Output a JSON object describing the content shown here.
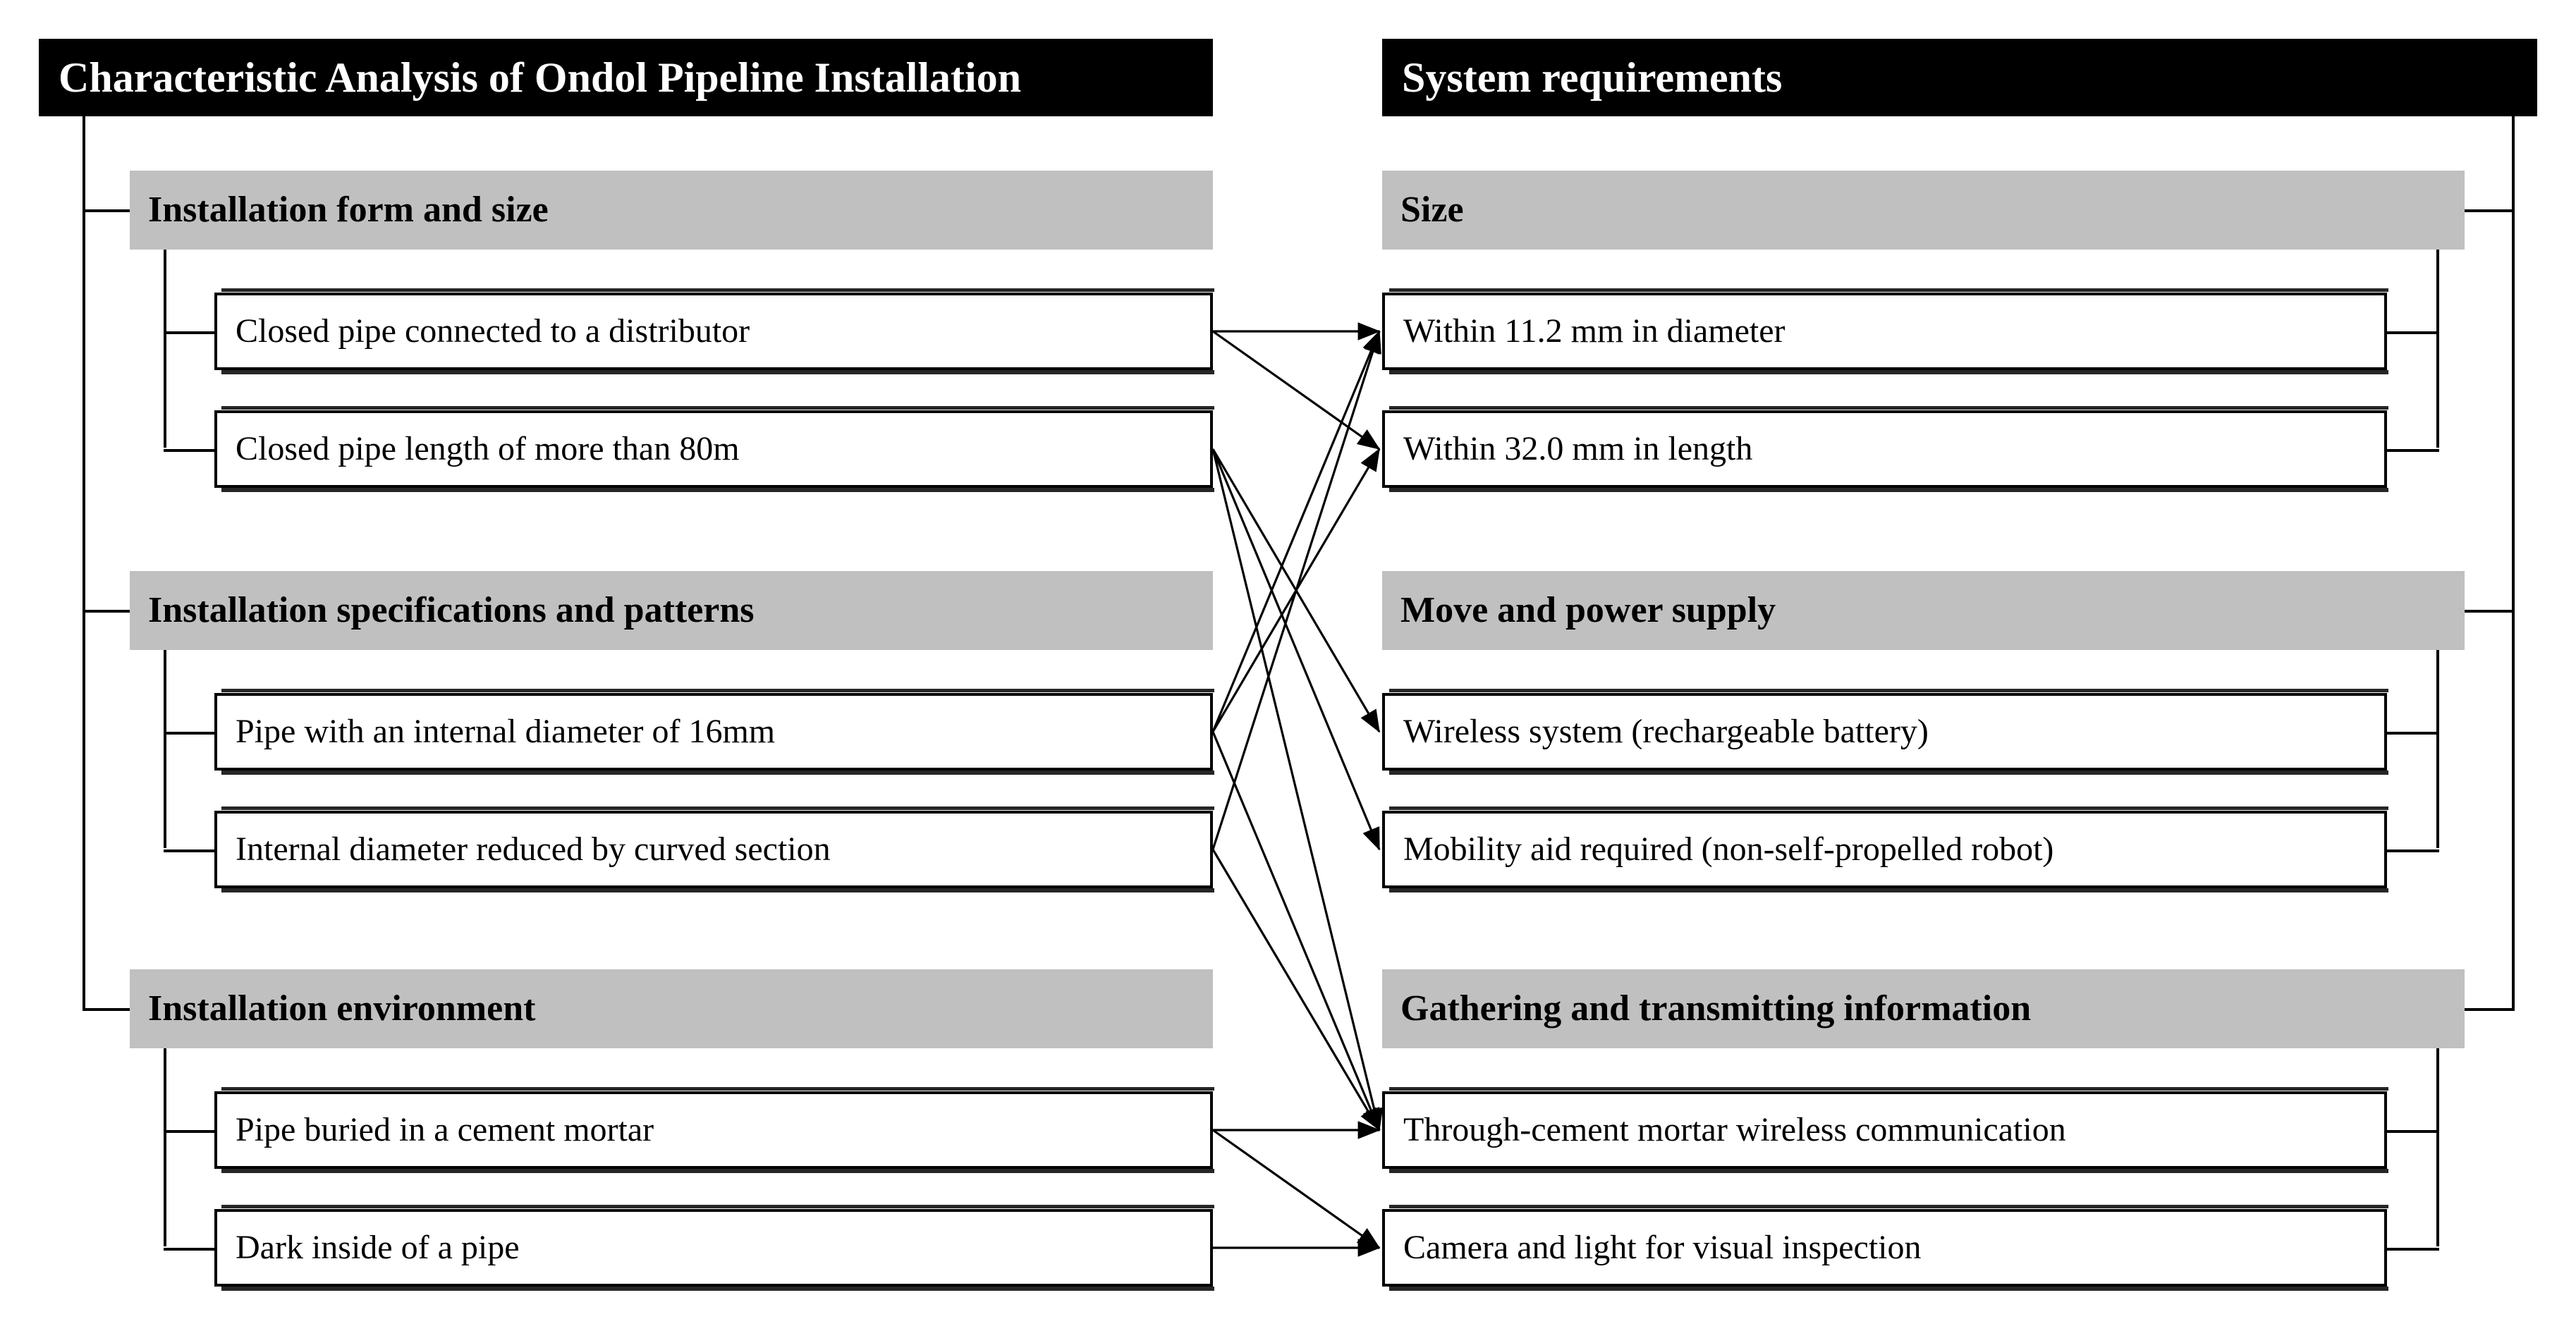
{
  "left": {
    "banner": {
      "title": "Characteristic Analysis of Ondol Pipeline Installation"
    },
    "groups": [
      {
        "id": "installation-form-and-size",
        "title": "Installation form and size",
        "items": [
          {
            "id": "closed-pipe-distributor",
            "label": "Closed pipe connected to a distributor"
          },
          {
            "id": "closed-pipe-length-80m",
            "label": "Closed pipe length of more than 80m"
          }
        ]
      },
      {
        "id": "installation-specifications-and-patterns",
        "title": "Installation specifications and patterns",
        "items": [
          {
            "id": "pipe-internal-diameter-16mm",
            "label": "Pipe with an internal diameter of 16mm"
          },
          {
            "id": "internal-diameter-reduced-curved",
            "label": "Internal diameter reduced by curved section"
          }
        ]
      },
      {
        "id": "installation-environment",
        "title": "Installation environment",
        "items": [
          {
            "id": "pipe-buried-cement-mortar",
            "label": "Pipe buried in a cement mortar"
          },
          {
            "id": "dark-inside-of-pipe",
            "label": "Dark inside of a pipe"
          }
        ]
      }
    ]
  },
  "right": {
    "banner": {
      "title": "System requirements"
    },
    "groups": [
      {
        "id": "size",
        "title": "Size",
        "items": [
          {
            "id": "within-11-2-mm-diameter",
            "label": "Within 11.2 mm in diameter"
          },
          {
            "id": "within-32-0-mm-length",
            "label": "Within 32.0 mm in length"
          }
        ]
      },
      {
        "id": "move-and-power-supply",
        "title": "Move and power supply",
        "items": [
          {
            "id": "wireless-system-rechargeable-battery",
            "label": "Wireless system (rechargeable battery)"
          },
          {
            "id": "mobility-aid-required",
            "label": "Mobility aid required (non-self-propelled robot)"
          }
        ]
      },
      {
        "id": "gathering-and-transmitting-information",
        "title": "Gathering and transmitting information",
        "items": [
          {
            "id": "through-cement-mortar-wireless-communication",
            "label": "Through-cement mortar wireless communication"
          },
          {
            "id": "camera-and-light-visual-inspection",
            "label": "Camera and light for visual inspection"
          }
        ]
      }
    ]
  },
  "mappings": [
    {
      "from": "closed-pipe-distributor",
      "to": "within-11-2-mm-diameter"
    },
    {
      "from": "closed-pipe-distributor",
      "to": "within-32-0-mm-length"
    },
    {
      "from": "closed-pipe-length-80m",
      "to": "wireless-system-rechargeable-battery"
    },
    {
      "from": "closed-pipe-length-80m",
      "to": "mobility-aid-required"
    },
    {
      "from": "closed-pipe-length-80m",
      "to": "through-cement-mortar-wireless-communication"
    },
    {
      "from": "pipe-internal-diameter-16mm",
      "to": "within-11-2-mm-diameter"
    },
    {
      "from": "pipe-internal-diameter-16mm",
      "to": "within-32-0-mm-length"
    },
    {
      "from": "pipe-internal-diameter-16mm",
      "to": "through-cement-mortar-wireless-communication"
    },
    {
      "from": "internal-diameter-reduced-curved",
      "to": "within-11-2-mm-diameter"
    },
    {
      "from": "internal-diameter-reduced-curved",
      "to": "through-cement-mortar-wireless-communication"
    },
    {
      "from": "pipe-buried-cement-mortar",
      "to": "through-cement-mortar-wireless-communication"
    },
    {
      "from": "pipe-buried-cement-mortar",
      "to": "camera-and-light-visual-inspection"
    },
    {
      "from": "dark-inside-of-pipe",
      "to": "camera-and-light-visual-inspection"
    }
  ],
  "colors": {
    "banner_background": "#000000",
    "banner_text": "#ffffff",
    "group_background": "#c0c0c0",
    "group_text": "#000000",
    "leaf_background": "#ffffff",
    "leaf_border": "#000000",
    "connector": "#000000",
    "page_background": "#ffffff"
  }
}
